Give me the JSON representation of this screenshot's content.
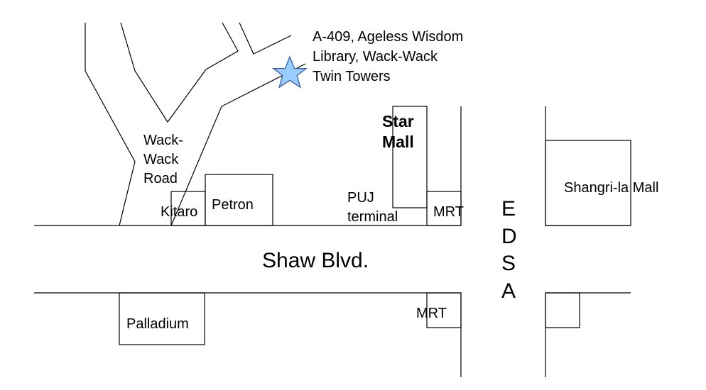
{
  "colors": {
    "background": "#ffffff",
    "line": "#000000",
    "star_fill": "#99ccff",
    "star_stroke": "#3d5ea3"
  },
  "icons": {
    "destination_marker": "star-icon"
  },
  "destination": {
    "line1": "A-409, Ageless Wisdom",
    "line2": "Library, Wack-Wack",
    "line3": "Twin Towers"
  },
  "roads": {
    "wack_wack_road": {
      "line1": "Wack-",
      "line2": "Wack",
      "line3": "Road"
    },
    "shaw_blvd": "Shaw Blvd.",
    "edsa": {
      "letter1": "E",
      "letter2": "D",
      "letter3": "S",
      "letter4": "A"
    }
  },
  "landmarks": {
    "star_mall": {
      "line1": "Star",
      "line2": "Mall"
    },
    "petron": "Petron",
    "kitaro": "Kitaro",
    "puj_terminal": {
      "line1": "PUJ",
      "line2": "terminal"
    },
    "mrt_north": "MRT",
    "mrt_south": "MRT",
    "shangri_la_mall": "Shangri-la Mall",
    "palladium": "Palladium"
  }
}
